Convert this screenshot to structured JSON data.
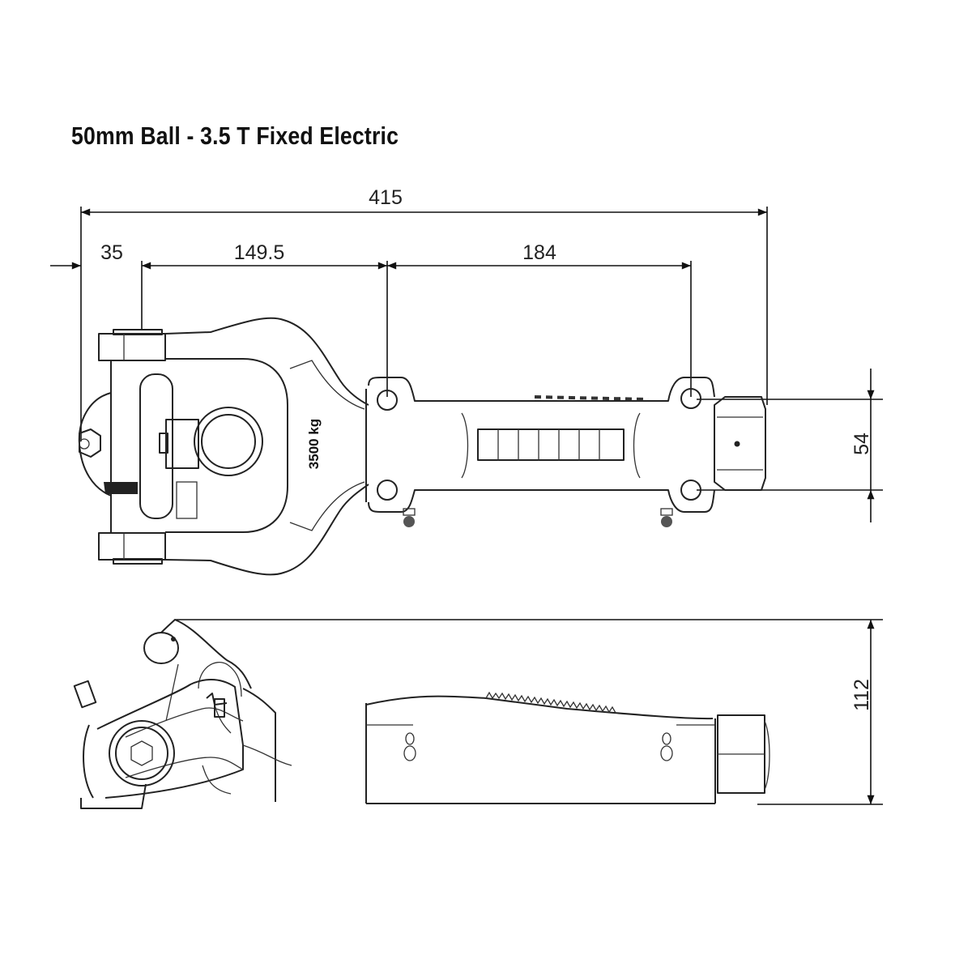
{
  "title": "50mm Ball - 3.5 T Fixed Electric",
  "top_view": {
    "load_marking": "3500 kg",
    "dimensions": {
      "overall_length": "415",
      "ball_offset": "35",
      "ball_to_first_hole": "149.5",
      "hole_spacing": "184",
      "hole_width": "54"
    }
  },
  "side_view": {
    "dimensions": {
      "height": "112"
    }
  }
}
